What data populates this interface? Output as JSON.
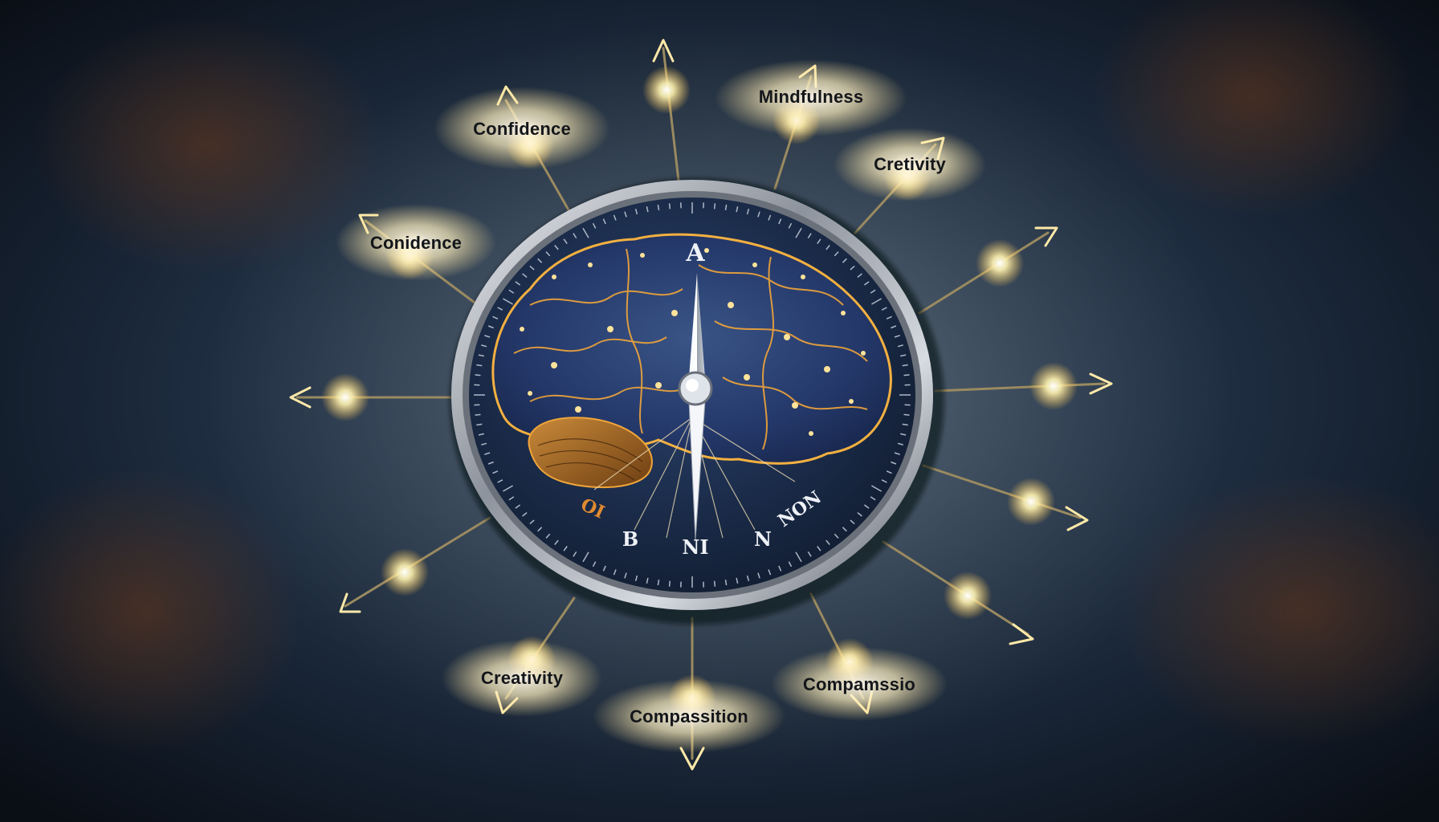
{
  "labels": {
    "confidence_top": "Confidence",
    "mindfulness": "Mindfulness",
    "creativity_right": "Cretivity",
    "confidence_left": "Conidence",
    "creativity_bottom": "Creativity",
    "compassion_bottom": "Compassition",
    "compassion_right": "Compamssio"
  },
  "dial": {
    "top_letter": "A",
    "bottom_letter": "NI",
    "right_letter": "N",
    "left_letter": "B",
    "lower_right": "NON",
    "lower_left": "OI"
  },
  "colors": {
    "background": "#1c2a3c",
    "glow": "#ffd77a",
    "brain": "#f0a53a",
    "dial_face": "#1b2c4a",
    "rim": "#c9ccd2"
  },
  "icons": {
    "pointer": "compass-needle-icon",
    "center": "brain-icon"
  }
}
